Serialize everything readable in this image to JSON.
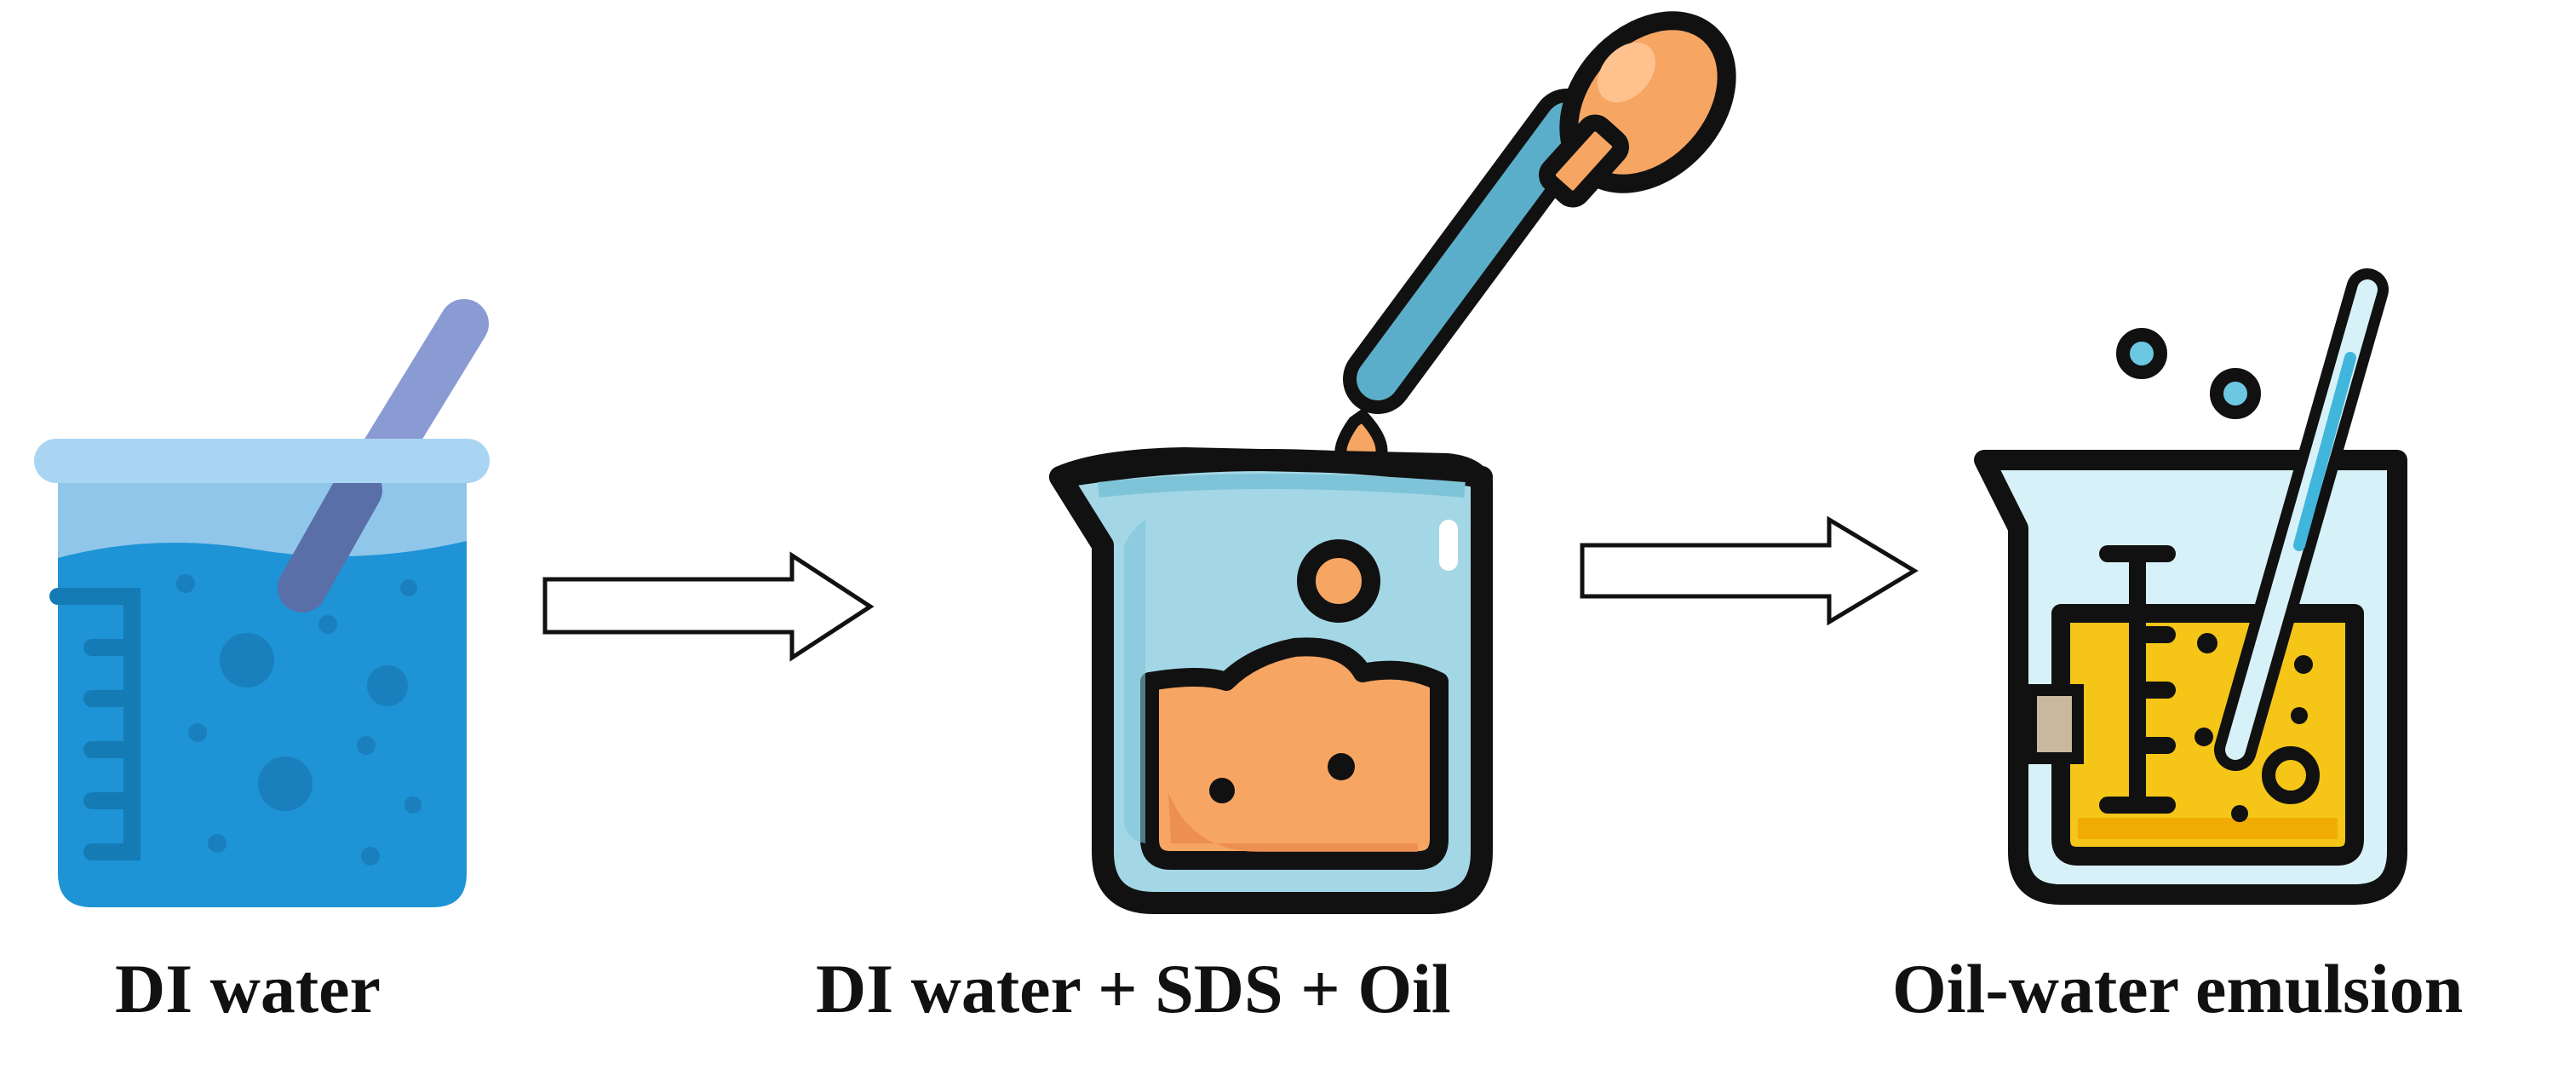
{
  "steps": [
    {
      "label": "DI water",
      "icon": "beaker-with-stir-rod-icon"
    },
    {
      "label": "DI water + SDS + Oil",
      "icon": "beaker-with-dropper-icon"
    },
    {
      "label": "Oil-water emulsion",
      "icon": "beaker-with-emulsion-icon"
    }
  ],
  "arrows": [
    {
      "icon": "right-arrow-icon"
    },
    {
      "icon": "right-arrow-icon"
    }
  ],
  "colors": {
    "water_blue": "#1e93d6",
    "water_light": "#a7d6f0",
    "rod_purple": "#7d8fcc",
    "oil_orange": "#f7a563",
    "emulsion_yellow": "#f5c518",
    "dropper_blue": "#5aaec9",
    "glass_light": "#d7f1f8",
    "outline": "#111111"
  }
}
